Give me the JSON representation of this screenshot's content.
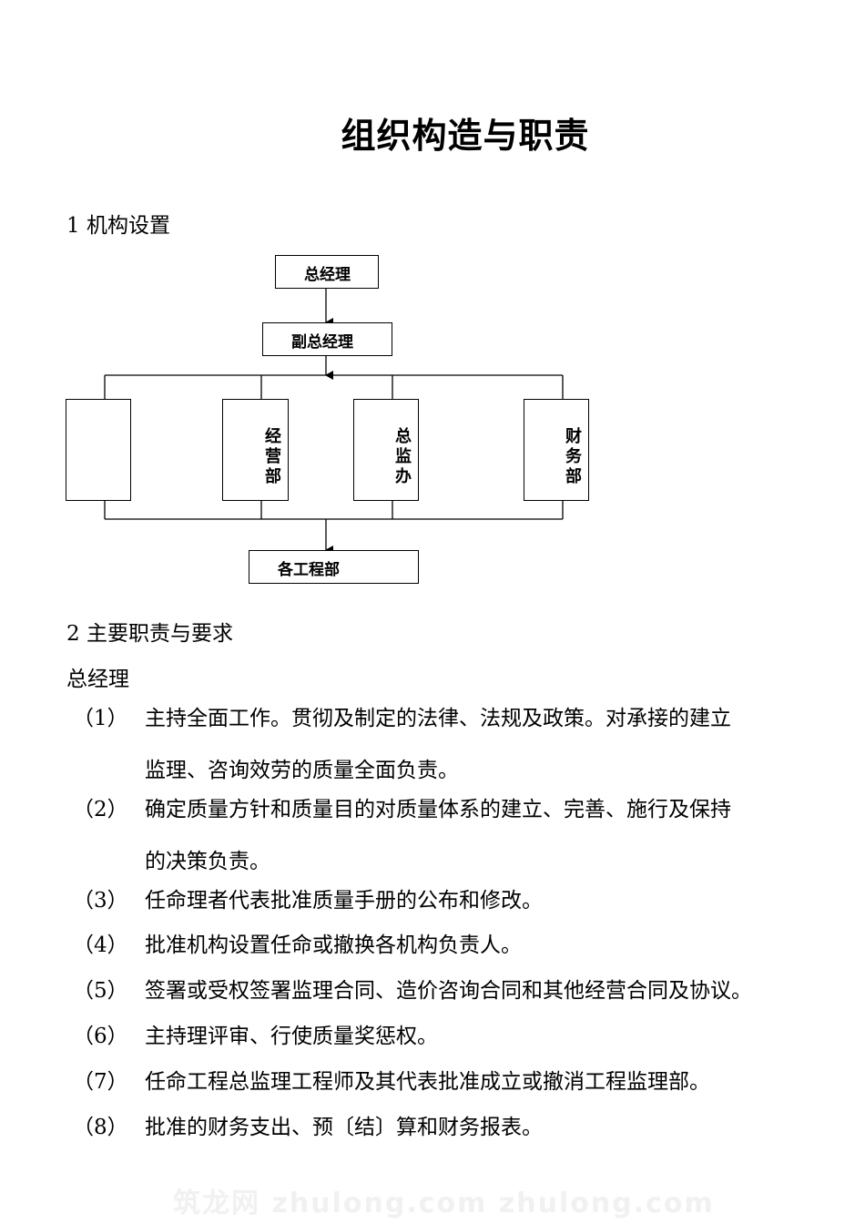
{
  "title": "组织构造与职责",
  "section1": "1 机构设置",
  "org": {
    "top": "总经理",
    "deputy": "副总经理",
    "dept1": "",
    "dept2": "经营部",
    "dept3": "总监办",
    "dept4": "财务部",
    "bottom": "各工程部"
  },
  "section2": "2 主要职责与要求",
  "role": "总经理",
  "items": [
    {
      "num": "（1）",
      "line1": "主持全面工作。贯彻及制定的法律、法规及政策。对承接的建立",
      "line2": "监理、咨询效劳的质量全面负责。"
    },
    {
      "num": "（2）",
      "line1": "确定质量方针和质量目的对质量体系的建立、完善、施行及保持",
      "line2": "的决策负责。"
    },
    {
      "num": "（3）",
      "line1": "任命理者代表批准质量手册的公布和修改。"
    },
    {
      "num": "（4）",
      "line1": "批准机构设置任命或撤换各机构负责人。"
    },
    {
      "num": "（5）",
      "line1": "签署或受权签署监理合同、造价咨询合同和其他经营合同及协议。"
    },
    {
      "num": "（6）",
      "line1": "主持理评审、行使质量奖惩权。"
    },
    {
      "num": "（7）",
      "line1": "任命工程总监理工程师及其代表批准成立或撤消工程监理部。"
    },
    {
      "num": "（8）",
      "line1": "批准的财务支出、预〔结〕算和财务报表。"
    }
  ],
  "watermark": "筑龙网 zhulong.com   zhulong.com"
}
